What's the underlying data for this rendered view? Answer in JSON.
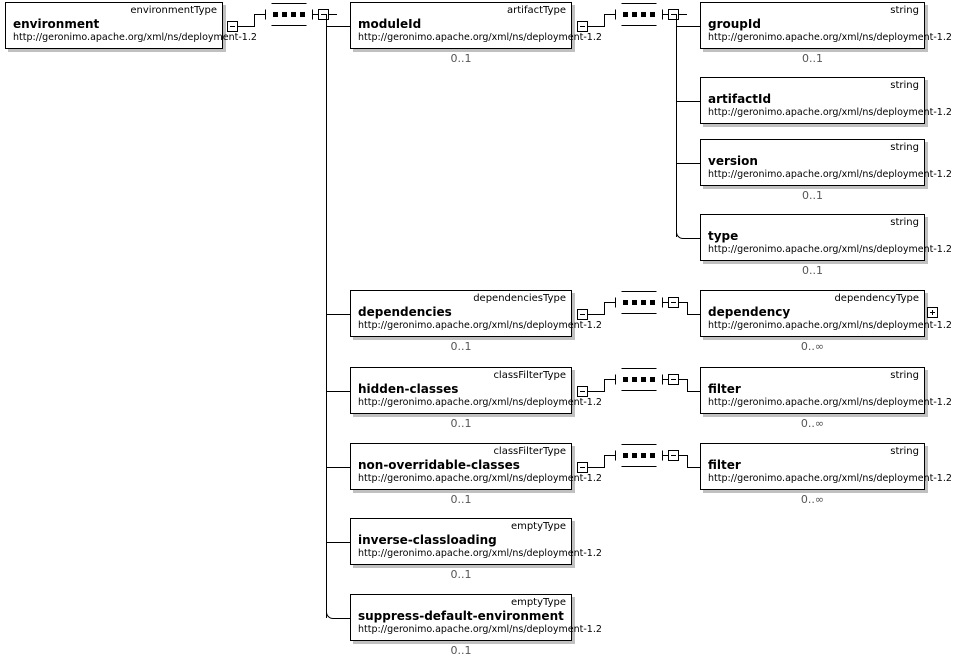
{
  "diagram": {
    "title": "environmentType schema diagram",
    "namespace": "http://geronimo.apache.org/xml/ns/deployment-1.2",
    "cardinality_optional": "0..1",
    "cardinality_unbounded": "0..∞"
  },
  "nodes": {
    "environment": {
      "name": "environment",
      "type": "environmentType",
      "ns": "http://geronimo.apache.org/xml/ns/deployment-1.2",
      "card": ""
    },
    "moduleId": {
      "name": "moduleId",
      "type": "artifactType",
      "ns": "http://geronimo.apache.org/xml/ns/deployment-1.2",
      "card": "0..1"
    },
    "groupId": {
      "name": "groupId",
      "type": "string",
      "ns": "http://geronimo.apache.org/xml/ns/deployment-1.2",
      "card": "0..1"
    },
    "artifactId": {
      "name": "artifactId",
      "type": "string",
      "ns": "http://geronimo.apache.org/xml/ns/deployment-1.2",
      "card": ""
    },
    "version": {
      "name": "version",
      "type": "string",
      "ns": "http://geronimo.apache.org/xml/ns/deployment-1.2",
      "card": "0..1"
    },
    "type": {
      "name": "type",
      "type": "string",
      "ns": "http://geronimo.apache.org/xml/ns/deployment-1.2",
      "card": "0..1"
    },
    "dependencies": {
      "name": "dependencies",
      "type": "dependenciesType",
      "ns": "http://geronimo.apache.org/xml/ns/deployment-1.2",
      "card": "0..1"
    },
    "dependency": {
      "name": "dependency",
      "type": "dependencyType",
      "ns": "http://geronimo.apache.org/xml/ns/deployment-1.2",
      "card": "0..∞"
    },
    "hiddenClasses": {
      "name": "hidden-classes",
      "type": "classFilterType",
      "ns": "http://geronimo.apache.org/xml/ns/deployment-1.2",
      "card": "0..1"
    },
    "hiddenFilter": {
      "name": "filter",
      "type": "string",
      "ns": "http://geronimo.apache.org/xml/ns/deployment-1.2",
      "card": "0..∞"
    },
    "nonOverridableClasses": {
      "name": "non-overridable-classes",
      "type": "classFilterType",
      "ns": "http://geronimo.apache.org/xml/ns/deployment-1.2",
      "card": "0..1"
    },
    "nonOverridableFilter": {
      "name": "filter",
      "type": "string",
      "ns": "http://geronimo.apache.org/xml/ns/deployment-1.2",
      "card": "0..∞"
    },
    "inverseClassloading": {
      "name": "inverse-classloading",
      "type": "emptyType",
      "ns": "http://geronimo.apache.org/xml/ns/deployment-1.2",
      "card": "0..1"
    },
    "suppressDefaultEnvironment": {
      "name": "suppress-default-environment",
      "type": "emptyType",
      "ns": "http://geronimo.apache.org/xml/ns/deployment-1.2",
      "card": "0..1"
    }
  },
  "compositors": {
    "environmentSequence": "sequence",
    "moduleIdSequence": "sequence",
    "dependenciesSequence": "sequence",
    "hiddenClassesSequence": "sequence",
    "nonOverridableSequence": "sequence"
  },
  "toggles": {
    "environment": "collapse",
    "environmentSeqRight": "collapse",
    "moduleId": "collapse",
    "moduleIdSeqRight": "collapse",
    "dependencies": "collapse",
    "dependenciesSeqRight": "collapse",
    "dependency": "expand",
    "hiddenClasses": "collapse",
    "hiddenClassesSeqRight": "collapse",
    "nonOverridable": "collapse",
    "nonOverridableSeqRight": "collapse"
  },
  "colors": {
    "line": "#000000",
    "box_border": "#000000",
    "box_fill": "#ffffff",
    "shadow": "#c0c0c0",
    "cardinality_text": "#555555"
  }
}
